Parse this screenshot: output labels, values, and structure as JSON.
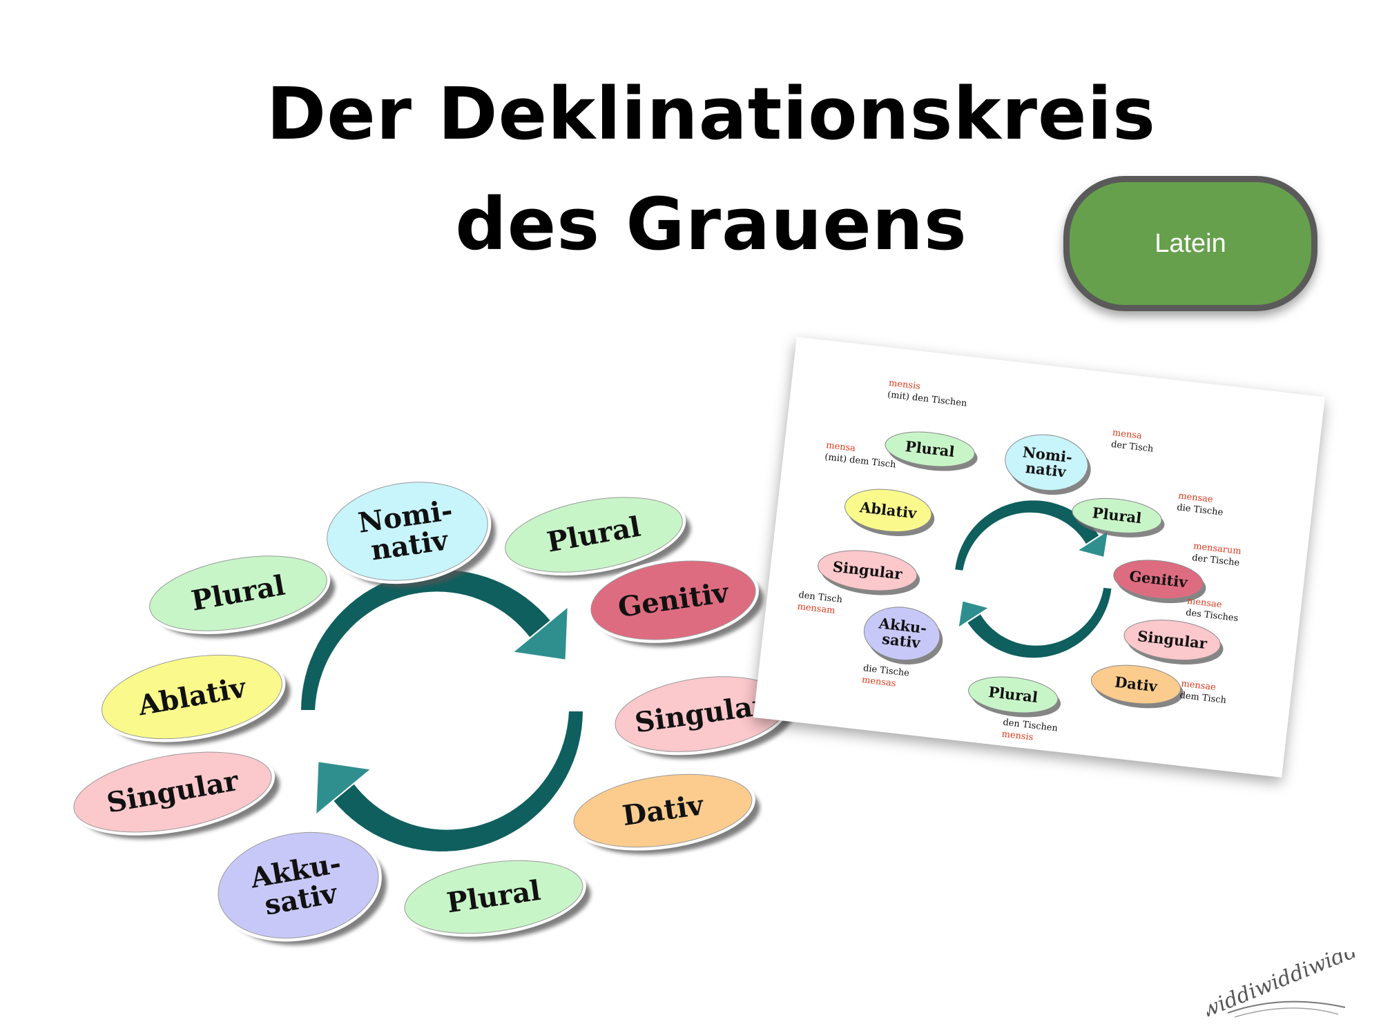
{
  "title": {
    "line1": "Der Deklinationskreis",
    "line2": "des Grauens"
  },
  "button": {
    "label": "Latein",
    "color": "#67a04c"
  },
  "colors": {
    "plural": "#c8f5c8",
    "nominativ": "#c8f4fb",
    "genitiv": "#de6c80",
    "singular": "#fbc8cc",
    "dativ": "#fccc8e",
    "akkusativ": "#c8c8f8",
    "ablativ": "#fafa8c",
    "arrow": "#2f8f8e",
    "arrow_dark": "#0f5f5e",
    "red_annotation": "#e03a1e"
  },
  "diagram": {
    "nodes": [
      {
        "id": "nominativ",
        "lines": [
          "Nomi-",
          "nativ"
        ],
        "color": "nominativ"
      },
      {
        "id": "plural-top",
        "lines": [
          "Plural"
        ],
        "color": "plural"
      },
      {
        "id": "genitiv",
        "lines": [
          "Genitiv"
        ],
        "color": "genitiv"
      },
      {
        "id": "singular-right",
        "lines": [
          "Singular"
        ],
        "color": "singular"
      },
      {
        "id": "dativ",
        "lines": [
          "Dativ"
        ],
        "color": "dativ"
      },
      {
        "id": "plural-bottom",
        "lines": [
          "Plural"
        ],
        "color": "plural"
      },
      {
        "id": "akkusativ",
        "lines": [
          "Akku-",
          "sativ"
        ],
        "color": "akkusativ"
      },
      {
        "id": "singular-left",
        "lines": [
          "Singular"
        ],
        "color": "singular"
      },
      {
        "id": "ablativ",
        "lines": [
          "Ablativ"
        ],
        "color": "ablativ"
      },
      {
        "id": "plural-left",
        "lines": [
          "Plural"
        ],
        "color": "plural"
      }
    ]
  },
  "photo": {
    "nodes": [
      {
        "id": "nominativ",
        "lines": [
          "Nomi-",
          "nativ"
        ],
        "color": "nominativ"
      },
      {
        "id": "plural-upper-right",
        "lines": [
          "Plural"
        ],
        "color": "plural"
      },
      {
        "id": "genitiv",
        "lines": [
          "Genitiv"
        ],
        "color": "genitiv"
      },
      {
        "id": "singular-right",
        "lines": [
          "Singular"
        ],
        "color": "singular"
      },
      {
        "id": "dativ",
        "lines": [
          "Dativ"
        ],
        "color": "dativ"
      },
      {
        "id": "plural-bottom",
        "lines": [
          "Plural"
        ],
        "color": "plural"
      },
      {
        "id": "akkusativ",
        "lines": [
          "Akku-",
          "sativ"
        ],
        "color": "akkusativ"
      },
      {
        "id": "singular-left",
        "lines": [
          "Singular"
        ],
        "color": "singular"
      },
      {
        "id": "ablativ",
        "lines": [
          "Ablativ"
        ],
        "color": "ablativ"
      },
      {
        "id": "plural-upper-left",
        "lines": [
          "Plural"
        ],
        "color": "plural"
      }
    ],
    "annotations": [
      {
        "id": "nominativ-sg",
        "red": "mensa",
        "black": "der Tisch",
        "red_first": true
      },
      {
        "id": "nominativ-pl",
        "red": "mensae",
        "black": "die Tische",
        "red_first": true
      },
      {
        "id": "genitiv-pl",
        "red": "mensarum",
        "black": "der Tische",
        "red_first": true
      },
      {
        "id": "genitiv-sg",
        "red": "mensae",
        "black": "des Tisches",
        "red_first": true
      },
      {
        "id": "dativ-sg",
        "red": "mensae",
        "black": "dem Tisch",
        "red_first": true
      },
      {
        "id": "dativ-pl",
        "red": "mensis",
        "black": "den Tischen",
        "red_first": false
      },
      {
        "id": "akkusativ-pl",
        "red": "mensas",
        "black": "die Tische",
        "red_first": false
      },
      {
        "id": "akkusativ-sg",
        "red": "mensam",
        "black": "den Tisch",
        "red_first": false
      },
      {
        "id": "ablativ-sg",
        "red": "mensa",
        "black": "(mit) dem Tisch",
        "red_first": true
      },
      {
        "id": "ablativ-pl",
        "red": "mensis",
        "black": "(mit) den Tischen",
        "red_first": true
      }
    ]
  },
  "logo": {
    "text": "widdiwiddiwidd"
  }
}
